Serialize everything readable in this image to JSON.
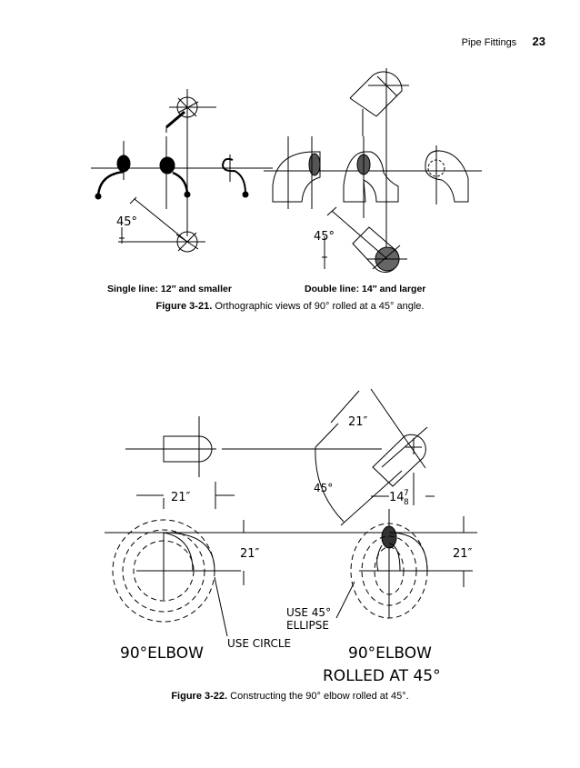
{
  "header": {
    "section_title": "Pipe Fittings",
    "page_number": "23"
  },
  "figure_21": {
    "label_left": "Single line: 12″ and smaller",
    "label_right": "Double line: 14″ and larger",
    "caption_label": "Figure 3-21.",
    "caption_text": " Orthographic views of 90° rolled at a 45° angle.",
    "angle_left": "45°",
    "angle_right": "45°"
  },
  "figure_22": {
    "dim_top": "21″",
    "dim_left_width": "21″",
    "dim_left_height": "21″",
    "dim_right_height": "21″",
    "dim_offset": "14",
    "dim_offset_frac_num": "7",
    "dim_offset_frac_den": "8",
    "angle": "45°",
    "note_ellipse_1": "USE 45°",
    "note_ellipse_2": "ELLIPSE",
    "note_circle": "USE CIRCLE",
    "title_left": "90°ELBOW",
    "title_right_1": "90°ELBOW",
    "title_right_2": "ROLLED AT 45°",
    "caption_label": "Figure 3-22.",
    "caption_text": " Constructing the 90° elbow rolled at 45°."
  }
}
